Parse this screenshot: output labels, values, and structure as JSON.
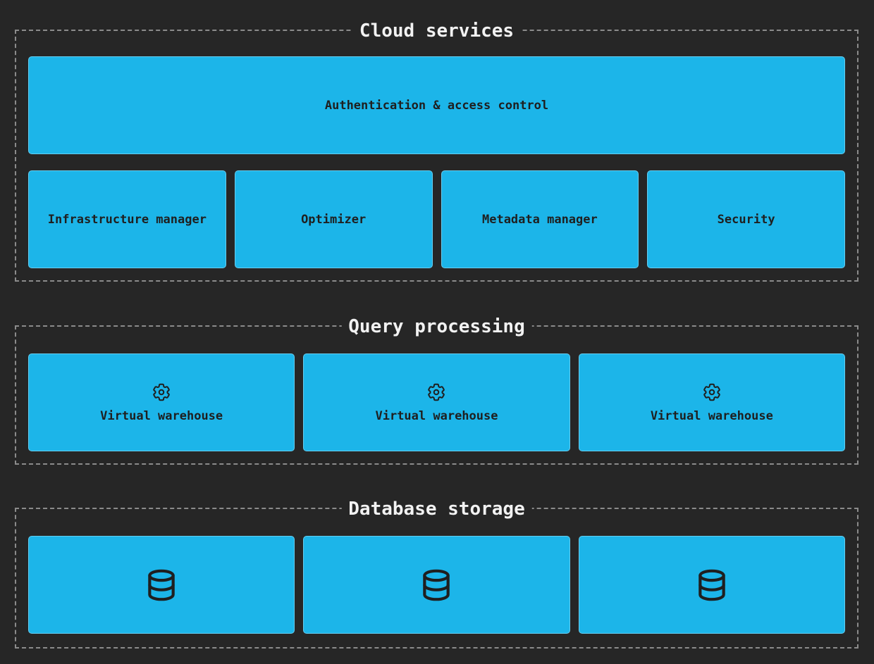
{
  "colors": {
    "background": "#262626",
    "dashed_border": "#8b8b8b",
    "title_text": "#f2f2f2",
    "box_fill": "#1cb5e9",
    "box_text": "#1f1f1f"
  },
  "sections": {
    "cloud_services": {
      "title": "Cloud services",
      "auth_label": "Authentication & access control",
      "services": [
        "Infrastructure manager",
        "Optimizer",
        "Metadata manager",
        "Security"
      ]
    },
    "query_processing": {
      "title": "Query processing",
      "warehouses": [
        {
          "icon": "gear-icon",
          "label": "Virtual warehouse"
        },
        {
          "icon": "gear-icon",
          "label": "Virtual warehouse"
        },
        {
          "icon": "gear-icon",
          "label": "Virtual warehouse"
        }
      ]
    },
    "database_storage": {
      "title": "Database storage",
      "databases": [
        {
          "icon": "database-icon"
        },
        {
          "icon": "database-icon"
        },
        {
          "icon": "database-icon"
        }
      ]
    }
  }
}
